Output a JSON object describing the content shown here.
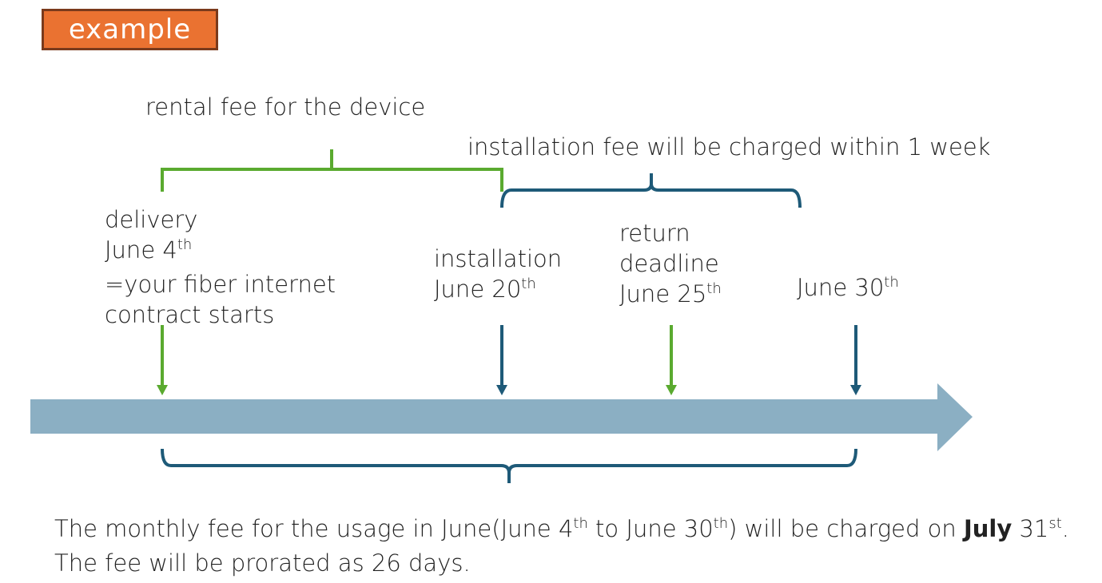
{
  "badge": "example",
  "colors": {
    "green": "#5aaa2f",
    "navy": "#1e5a78",
    "bar": "#8bafc3",
    "badge_bg": "#ea7231"
  },
  "top_labels": {
    "rental": "rental fee for the device",
    "installation_fee": "installation fee will be charged within 1 week"
  },
  "events": {
    "delivery": {
      "line1": "delivery",
      "line2": "June 4",
      "line2_sup": "th",
      "line3": "=your fiber internet",
      "line4": "contract starts"
    },
    "installation": {
      "line1": "installation",
      "line2": "June 20",
      "line2_sup": "th"
    },
    "return": {
      "line1": "return",
      "line2": "deadline",
      "line3": "June 25",
      "line3_sup": "th"
    },
    "end": {
      "line1": "June 30",
      "line1_sup": "th"
    }
  },
  "summary": {
    "p1": "The monthly fee for the usage in June(June 4",
    "sup1": "th",
    "p2": " to June 30",
    "sup2": "th",
    "p3": ") will be charged on ",
    "p4": "July",
    "p5": " 31",
    "sup3": "st",
    "p6": ".",
    "line2": "The fee will be prorated as 26 days."
  }
}
